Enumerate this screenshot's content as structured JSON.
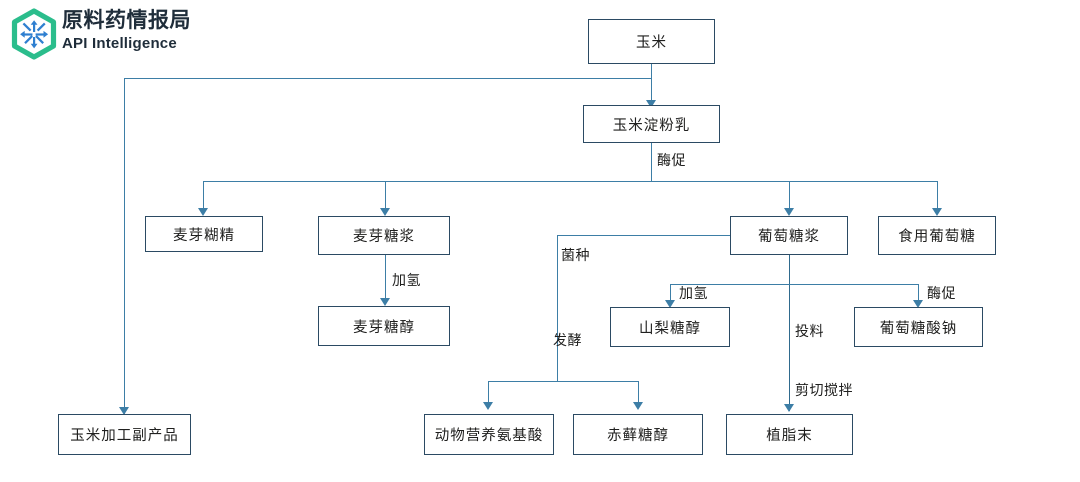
{
  "logo": {
    "name_cn": "原料药情报局",
    "name_en": "API Intelligence",
    "mark_icon": "hexagon-snowflake-logo-icon",
    "colors": {
      "hex_outline": "#2bbd8c",
      "inner_mark": "#2f7fd0",
      "text": "#1f2d3a"
    }
  },
  "diagram": {
    "type": "flowchart",
    "title": "",
    "nodes": [
      {
        "id": "corn",
        "label": "玉米"
      },
      {
        "id": "corn_starch_milk",
        "label": "玉米淀粉乳"
      },
      {
        "id": "maltodextrin",
        "label": "麦芽糊精"
      },
      {
        "id": "maltose_syrup",
        "label": "麦芽糖浆"
      },
      {
        "id": "glucose_syrup",
        "label": "葡萄糖浆"
      },
      {
        "id": "edible_glucose",
        "label": "食用葡萄糖"
      },
      {
        "id": "maltitol",
        "label": "麦芽糖醇"
      },
      {
        "id": "sorbitol",
        "label": "山梨糖醇"
      },
      {
        "id": "sodium_gluconate",
        "label": "葡萄糖酸钠"
      },
      {
        "id": "byproducts",
        "label": "玉米加工副产品"
      },
      {
        "id": "amino_acids",
        "label": "动物营养氨基酸"
      },
      {
        "id": "erythritol",
        "label": "赤藓糖醇"
      },
      {
        "id": "creamer",
        "label": "植脂末"
      }
    ],
    "edge_labels": [
      {
        "id": "enzyme_1",
        "label": "酶促",
        "from": "corn_starch_milk"
      },
      {
        "id": "hydro_1",
        "label": "加氢",
        "from": "maltose_syrup",
        "to": "maltitol"
      },
      {
        "id": "strain",
        "label": "菌种",
        "from": "glucose_syrup"
      },
      {
        "id": "ferment",
        "label": "发酵",
        "to": "amino_acids"
      },
      {
        "id": "hydro_2",
        "label": "加氢",
        "from": "glucose_syrup",
        "to": "sorbitol"
      },
      {
        "id": "feed",
        "label": "投料",
        "from": "glucose_syrup"
      },
      {
        "id": "enzyme_2",
        "label": "酶促",
        "from": "glucose_syrup",
        "to": "sodium_gluconate"
      },
      {
        "id": "shear_mix",
        "label": "剪切搅拌",
        "to": "creamer"
      }
    ],
    "colors": {
      "node_border": "#2b4a63",
      "node_fill": "#ffffff",
      "connector": "#3d7ea6",
      "text": "#20201f",
      "background": "#ffffff"
    }
  }
}
